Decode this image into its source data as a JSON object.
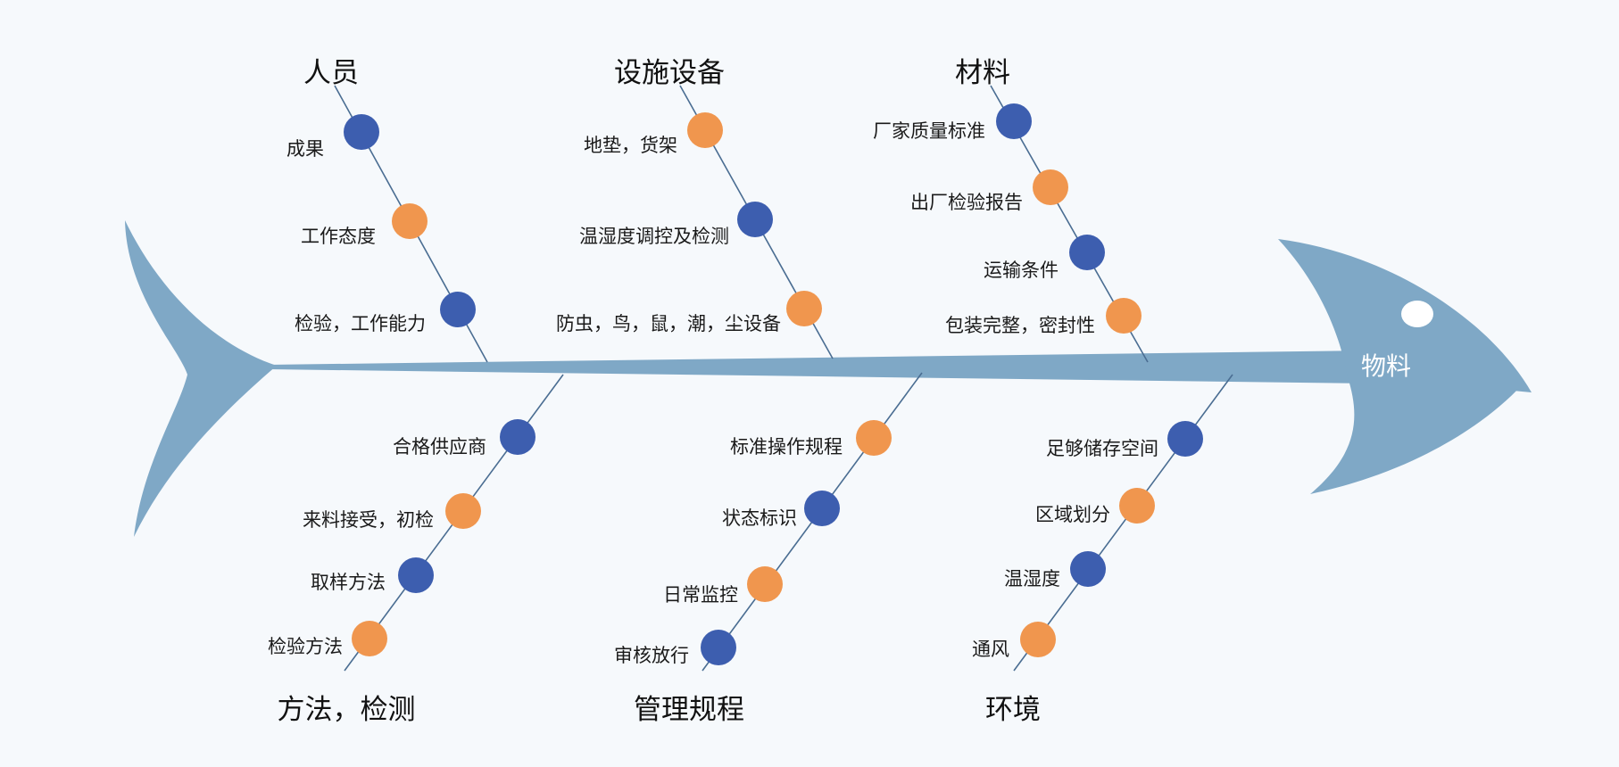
{
  "effect": "物料",
  "colors": {
    "fish": "#7fa8c6",
    "blue_dot": "#3d5eaf",
    "orange_dot": "#f0964e",
    "line": "#4a6d92",
    "eye": "#ffffff"
  },
  "categories": [
    {
      "name": "人员",
      "position": "top",
      "causes": [
        {
          "label": "成果",
          "color": "blue"
        },
        {
          "label": "工作态度",
          "color": "orange"
        },
        {
          "label": "检验，工作能力",
          "color": "blue"
        }
      ]
    },
    {
      "name": "设施设备",
      "position": "top",
      "causes": [
        {
          "label": "地垫，货架",
          "color": "orange"
        },
        {
          "label": "温湿度调控及检测",
          "color": "blue"
        },
        {
          "label": "防虫，鸟，鼠，潮，尘设备",
          "color": "orange"
        }
      ]
    },
    {
      "name": "材料",
      "position": "top",
      "causes": [
        {
          "label": "厂家质量标准",
          "color": "blue"
        },
        {
          "label": "出厂检验报告",
          "color": "orange"
        },
        {
          "label": "运输条件",
          "color": "blue"
        },
        {
          "label": "包装完整，密封性",
          "color": "orange"
        }
      ]
    },
    {
      "name": "方法，检测",
      "position": "bottom",
      "causes": [
        {
          "label": "合格供应商",
          "color": "blue"
        },
        {
          "label": "来料接受，初检",
          "color": "orange"
        },
        {
          "label": "取样方法",
          "color": "blue"
        },
        {
          "label": "检验方法",
          "color": "orange"
        }
      ]
    },
    {
      "name": "管理规程",
      "position": "bottom",
      "causes": [
        {
          "label": "标准操作规程",
          "color": "orange"
        },
        {
          "label": "状态标识",
          "color": "blue"
        },
        {
          "label": "日常监控",
          "color": "orange"
        },
        {
          "label": "审核放行",
          "color": "blue"
        }
      ]
    },
    {
      "name": "环境",
      "position": "bottom",
      "causes": [
        {
          "label": "足够储存空间",
          "color": "blue"
        },
        {
          "label": "区域划分",
          "color": "orange"
        },
        {
          "label": "温湿度",
          "color": "blue"
        },
        {
          "label": "通风",
          "color": "orange"
        }
      ]
    }
  ]
}
